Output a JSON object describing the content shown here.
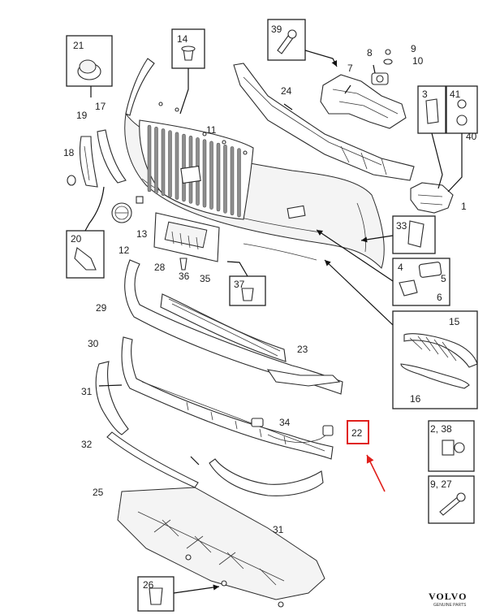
{
  "callouts": {
    "c1": "1",
    "c3": "3",
    "c4": "4",
    "c5": "5",
    "c6": "6",
    "c7": "7",
    "c8": "8",
    "c9": "9",
    "c10": "10",
    "c11": "11",
    "c12": "12",
    "c13": "13",
    "c14": "14",
    "c15": "15",
    "c16": "16",
    "c17": "17",
    "c18": "18",
    "c19": "19",
    "c20": "20",
    "c21": "21",
    "c22": "22",
    "c23": "23",
    "c24": "24",
    "c25": "25",
    "c26": "26",
    "c28": "28",
    "c29": "29",
    "c30": "30",
    "c31a": "31",
    "c31b": "31",
    "c32": "32",
    "c33": "33",
    "c34": "34",
    "c35": "35",
    "c36": "36",
    "c37": "37",
    "c39": "39",
    "c40": "40",
    "c41": "41",
    "c2_38": "2, 38",
    "c9_27": "9, 27"
  },
  "brand": {
    "name": "VOLVO",
    "sub": "GENUINE PARTS"
  },
  "colors": {
    "highlight": "#e0201c",
    "ink": "#222222"
  }
}
